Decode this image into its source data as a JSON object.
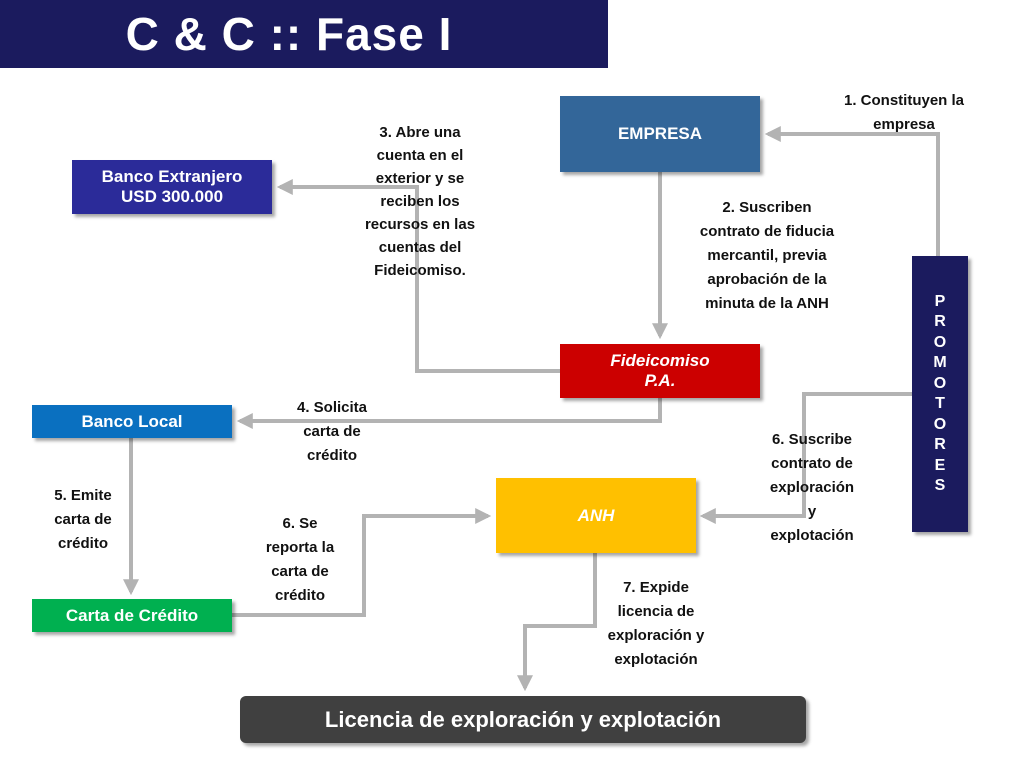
{
  "title": "C & C :: Fase I",
  "colors": {
    "title_bg": "#1b1b5e",
    "empresa": "#336699",
    "banco_extranjero": "#2b2b99",
    "fideicomiso": "#cc0000",
    "banco_local": "#0a70c0",
    "anh": "#ffc000",
    "carta": "#00b050",
    "promotores": "#1b1b5e",
    "licencia": "#404040",
    "connector": "#b3b3b3"
  },
  "nodes": {
    "empresa": "EMPRESA",
    "banco_extranjero_line1": "Banco Extranjero",
    "banco_extranjero_line2": "USD 300.000",
    "fideicomiso_line1": "Fideicomiso",
    "fideicomiso_line2": "P.A.",
    "banco_local": "Banco Local",
    "anh": "ANH",
    "carta_credito": "Carta de Crédito",
    "promotores_letters": [
      "P",
      "R",
      "O",
      "M",
      "O",
      "T",
      "O",
      "R",
      "E",
      "S"
    ],
    "licencia": "Licencia de exploración y explotación"
  },
  "steps": {
    "step1": [
      "1. Constituyen la",
      "empresa"
    ],
    "step2": [
      "2. Suscriben",
      "contrato de fiducia",
      "mercantil, previa",
      "aprobación de la",
      "minuta de la ANH"
    ],
    "step3": [
      "3. Abre una",
      "cuenta en el",
      "exterior y se",
      "reciben los",
      "recursos en las",
      "cuentas del",
      "Fideicomiso."
    ],
    "step4": [
      "4. Solicita",
      "carta de",
      "crédito"
    ],
    "step5": [
      "5. Emite",
      "carta de",
      "crédito"
    ],
    "step6a": [
      "6. Se",
      "reporta la",
      "carta de",
      "crédito"
    ],
    "step6b": [
      "6. Suscribe",
      "contrato de",
      "exploración",
      "y",
      "explotación"
    ],
    "step7": [
      "7. Expide",
      "licencia de",
      "exploración y",
      "explotación"
    ]
  }
}
